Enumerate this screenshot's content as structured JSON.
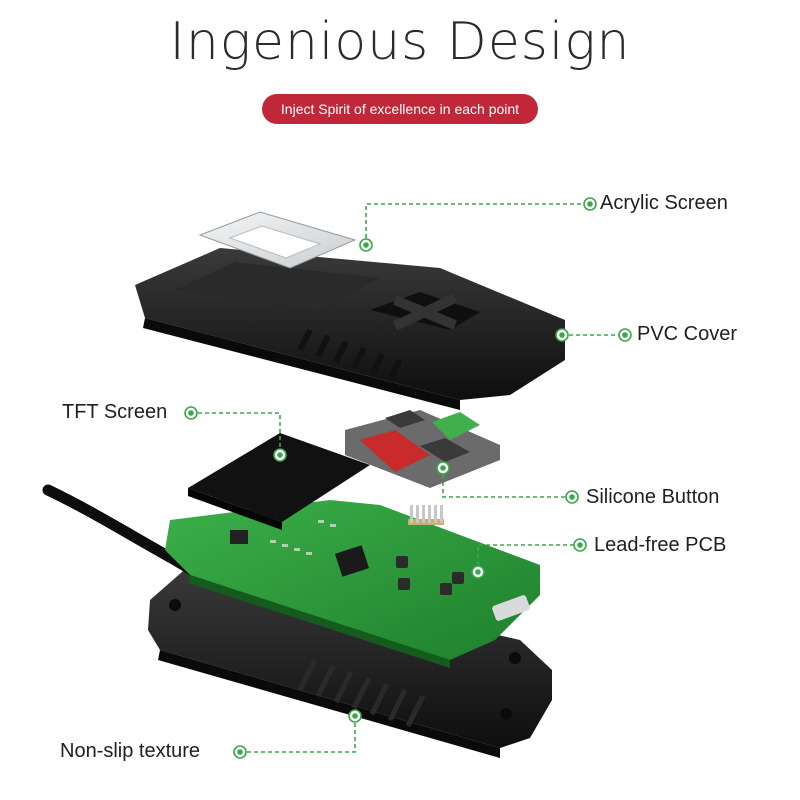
{
  "header": {
    "title": "Ingenious Design",
    "subtitle": "Inject Spirit of excellence in each point"
  },
  "callouts": {
    "acrylic_screen": "Acrylic Screen",
    "pvc_cover": "PVC Cover",
    "tft_screen": "TFT Screen",
    "silicone_button": "Silicone Button",
    "lead_free_pcb": "Lead-free PCB",
    "non_slip_texture": "Non-slip texture"
  },
  "colors": {
    "accent_red": "#c0283a",
    "callout_green": "#3aa84a",
    "pcb_green": "#2e9a3a",
    "housing_black": "#1b1b1b"
  }
}
